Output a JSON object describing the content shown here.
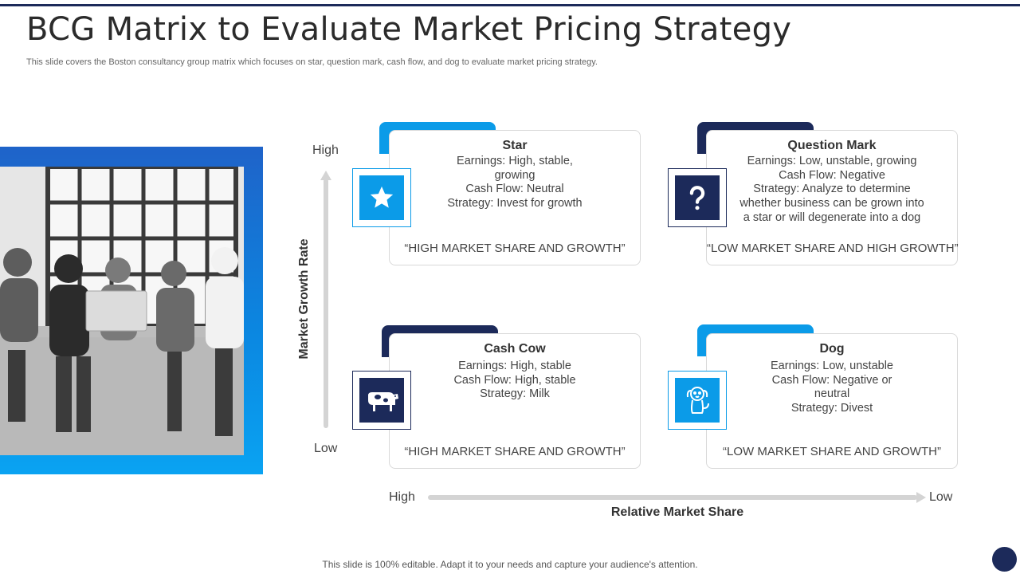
{
  "title": "BCG Matrix to Evaluate Market Pricing Strategy",
  "subtitle": "This slide covers the Boston consultancy group matrix which focuses on star, question mark, cash flow, and dog to  evaluate market pricing strategy.",
  "colors": {
    "navy": "#1c2a5a",
    "blue": "#0b9be8",
    "light_blue": "#0aa3f2"
  },
  "y_axis": {
    "high": "High",
    "low": "Low",
    "label": "Market Growth Rate"
  },
  "x_axis": {
    "high": "High",
    "low": "Low",
    "label": "Relative Market Share"
  },
  "quadrants": {
    "star": {
      "title": "Star",
      "lines": [
        "Earnings: High, stable,",
        "growing",
        "Cash Flow: Neutral",
        "Strategy: Invest for growth"
      ],
      "quote": "“HIGH MARKET SHARE AND GROWTH”",
      "icon": "star-icon"
    },
    "question_mark": {
      "title": "Question Mark",
      "lines": [
        "Earnings: Low, unstable, growing",
        "Cash Flow: Negative",
        "Strategy: Analyze to determine",
        "whether business can be grown into",
        "a star or will degenerate into a dog"
      ],
      "quote": "“LOW MARKET SHARE AND HIGH  GROWTH”",
      "icon": "question-mark-icon"
    },
    "cash_cow": {
      "title": "Cash Cow",
      "lines": [
        "Earnings: High, stable",
        "Cash Flow: High, stable",
        "Strategy: Milk"
      ],
      "quote": "“HIGH MARKET SHARE AND GROWTH”",
      "icon": "cow-icon"
    },
    "dog": {
      "title": "Dog",
      "lines": [
        "Earnings: Low, unstable",
        "Cash Flow: Negative  or",
        "neutral",
        "Strategy: Divest"
      ],
      "quote": "“LOW MARKET SHARE AND GROWTH”",
      "icon": "dog-icon"
    }
  },
  "footer": "This slide is 100% editable. Adapt it to your needs and capture your audience's attention."
}
